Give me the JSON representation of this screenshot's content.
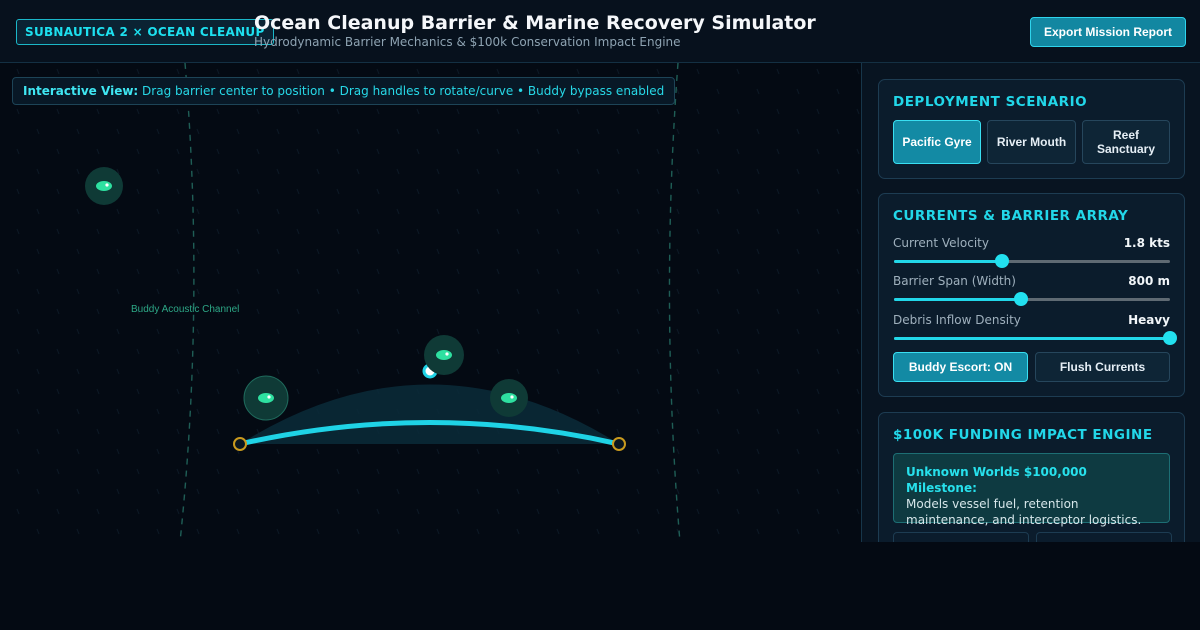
{
  "header": {
    "badge": "SUBNAUTICA 2 × OCEAN CLEANUP",
    "title": "Ocean Cleanup Barrier & Marine Recovery Simulator",
    "subtitle": "Hydrodynamic Barrier Mechanics & $100k Conservation Impact Engine",
    "export_label": "Export Mission Report"
  },
  "simulation": {
    "hint_label": "Interactive View:",
    "hint_text": "Drag barrier center to position • Drag handles to rotate/curve • Buddy bypass enabled",
    "channel_label": "Buddy Acoustic Channel",
    "colors": {
      "barrier": "#1fd3e6",
      "handle": "#d8a31c",
      "creature": "#2ee0a0",
      "channel_line": "#1f5e56"
    },
    "icons": {
      "creature": "marine-creature-icon",
      "handle": "barrier-handle-icon",
      "center": "barrier-center-icon"
    }
  },
  "scenario": {
    "title": "DEPLOYMENT SCENARIO",
    "options": [
      "Pacific Gyre",
      "River Mouth",
      "Reef Sanctuary"
    ],
    "selected": "Pacific Gyre"
  },
  "currents": {
    "title": "CURRENTS & BARRIER ARRAY",
    "sliders": [
      {
        "label": "Current Velocity",
        "value": "1.8 kts",
        "level": 0.39
      },
      {
        "label": "Barrier Span (Width)",
        "value": "800 m",
        "level": 0.46
      },
      {
        "label": "Debris Inflow Density",
        "value": "Heavy",
        "level": 1.0
      }
    ],
    "buddy_label": "Buddy Escort: ON",
    "flush_label": "Flush Currents"
  },
  "funding": {
    "title": "$100K FUNDING IMPACT ENGINE",
    "milestone_title": "Unknown Worlds $100,000 Milestone:",
    "milestone_text": "Models vessel fuel, retention maintenance, and interceptor logistics."
  },
  "colors": {
    "accent": "#22d7e9",
    "active_button": "#138aa4",
    "panel_bg": "#0b1c2c",
    "background": "#040a13"
  }
}
